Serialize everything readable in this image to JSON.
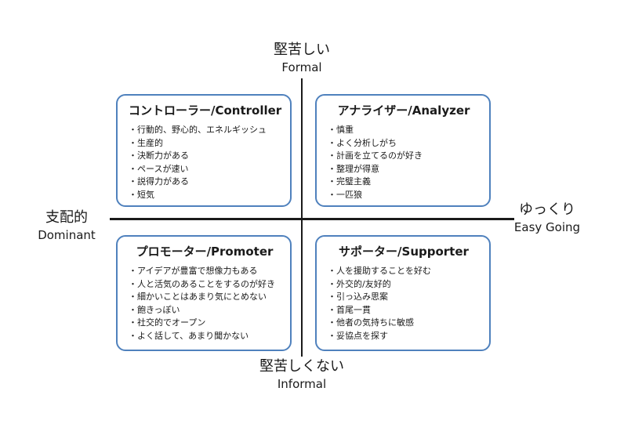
{
  "axes": {
    "top": {
      "jp": "堅苦しい",
      "en": "Formal"
    },
    "bottom": {
      "jp": "堅苦しくない",
      "en": "Informal"
    },
    "left": {
      "jp": "支配的",
      "en": "Dominant"
    },
    "right": {
      "jp": "ゆっくり",
      "en": "Easy Going"
    }
  },
  "colors": {
    "box_border": "#4f81bd",
    "axis_line": "#1a1a1a",
    "text": "#1a1a1a",
    "background": "#ffffff"
  },
  "quadrants": {
    "controller": {
      "title": "コントローラー/Controller",
      "traits": [
        "行動的、野心的、エネルギッシュ",
        "生産的",
        "決断力がある",
        "ペースが速い",
        "説得力がある",
        "短気"
      ]
    },
    "analyzer": {
      "title": "アナライザー/Analyzer",
      "traits": [
        "慎重",
        "よく分析しがち",
        "計画を立てるのが好き",
        "整理が得意",
        "完璧主義",
        "一匹狼"
      ]
    },
    "promoter": {
      "title": "プロモーター/Promoter",
      "traits": [
        "アイデアが豊富で想像力もある",
        "人と活気のあることをするのが好き",
        "細かいことはあまり気にとめない",
        "飽きっぽい",
        "社交的でオープン",
        "よく話して、あまり聞かない"
      ]
    },
    "supporter": {
      "title": "サポーター/Supporter",
      "traits": [
        "人を援助することを好む",
        "外交的/友好的",
        "引っ込み思案",
        "首尾一貫",
        "他者の気持ちに敏感",
        "妥協点を探す"
      ]
    }
  }
}
